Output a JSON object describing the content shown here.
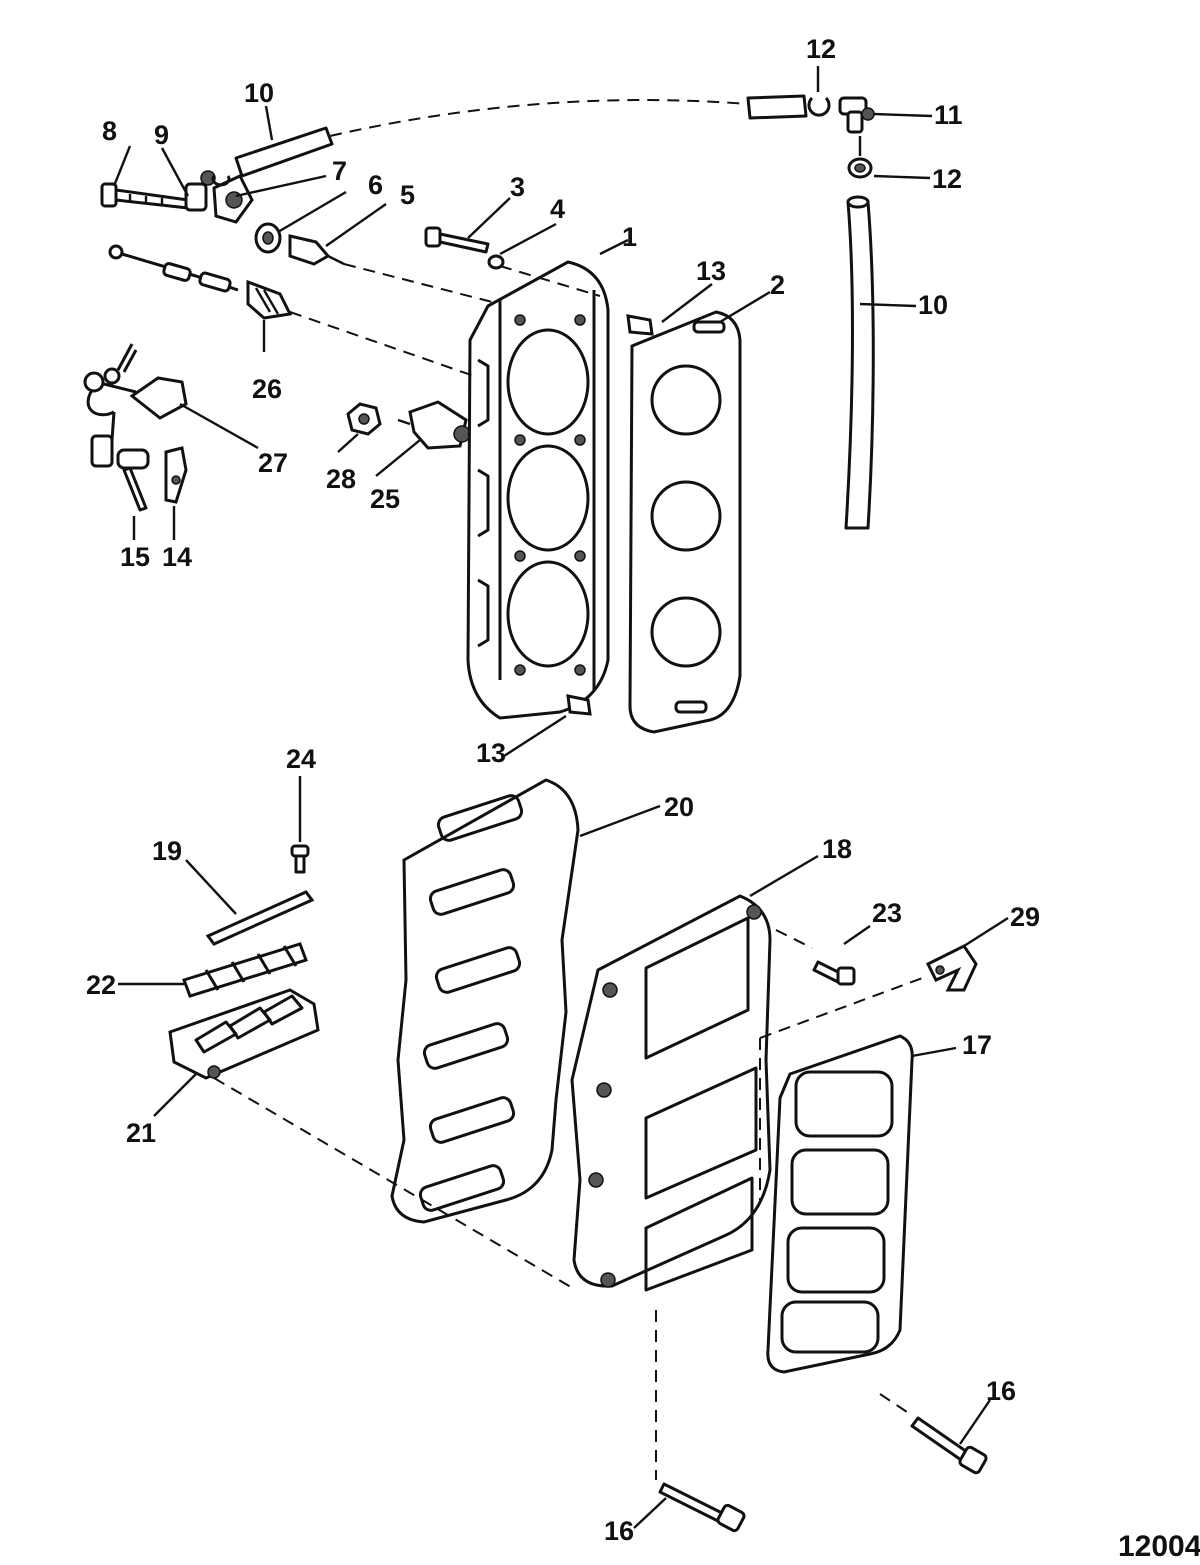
{
  "diagram": {
    "drawing_number": "12004",
    "callouts": [
      {
        "id": "c1",
        "label": "1"
      },
      {
        "id": "c2",
        "label": "2"
      },
      {
        "id": "c3",
        "label": "3"
      },
      {
        "id": "c4",
        "label": "4"
      },
      {
        "id": "c5",
        "label": "5"
      },
      {
        "id": "c6",
        "label": "6"
      },
      {
        "id": "c7",
        "label": "7"
      },
      {
        "id": "c8",
        "label": "8"
      },
      {
        "id": "c9",
        "label": "9"
      },
      {
        "id": "c10a",
        "label": "10"
      },
      {
        "id": "c10b",
        "label": "10"
      },
      {
        "id": "c11",
        "label": "11"
      },
      {
        "id": "c12a",
        "label": "12"
      },
      {
        "id": "c12b",
        "label": "12"
      },
      {
        "id": "c13a",
        "label": "13"
      },
      {
        "id": "c13b",
        "label": "13"
      },
      {
        "id": "c14",
        "label": "14"
      },
      {
        "id": "c15",
        "label": "15"
      },
      {
        "id": "c16a",
        "label": "16"
      },
      {
        "id": "c16b",
        "label": "16"
      },
      {
        "id": "c17",
        "label": "17"
      },
      {
        "id": "c18",
        "label": "18"
      },
      {
        "id": "c19",
        "label": "19"
      },
      {
        "id": "c20",
        "label": "20"
      },
      {
        "id": "c21",
        "label": "21"
      },
      {
        "id": "c22",
        "label": "22"
      },
      {
        "id": "c23",
        "label": "23"
      },
      {
        "id": "c24",
        "label": "24"
      },
      {
        "id": "c25",
        "label": "25"
      },
      {
        "id": "c26",
        "label": "26"
      },
      {
        "id": "c27",
        "label": "27"
      },
      {
        "id": "c28",
        "label": "28"
      },
      {
        "id": "c29",
        "label": "29"
      }
    ]
  }
}
